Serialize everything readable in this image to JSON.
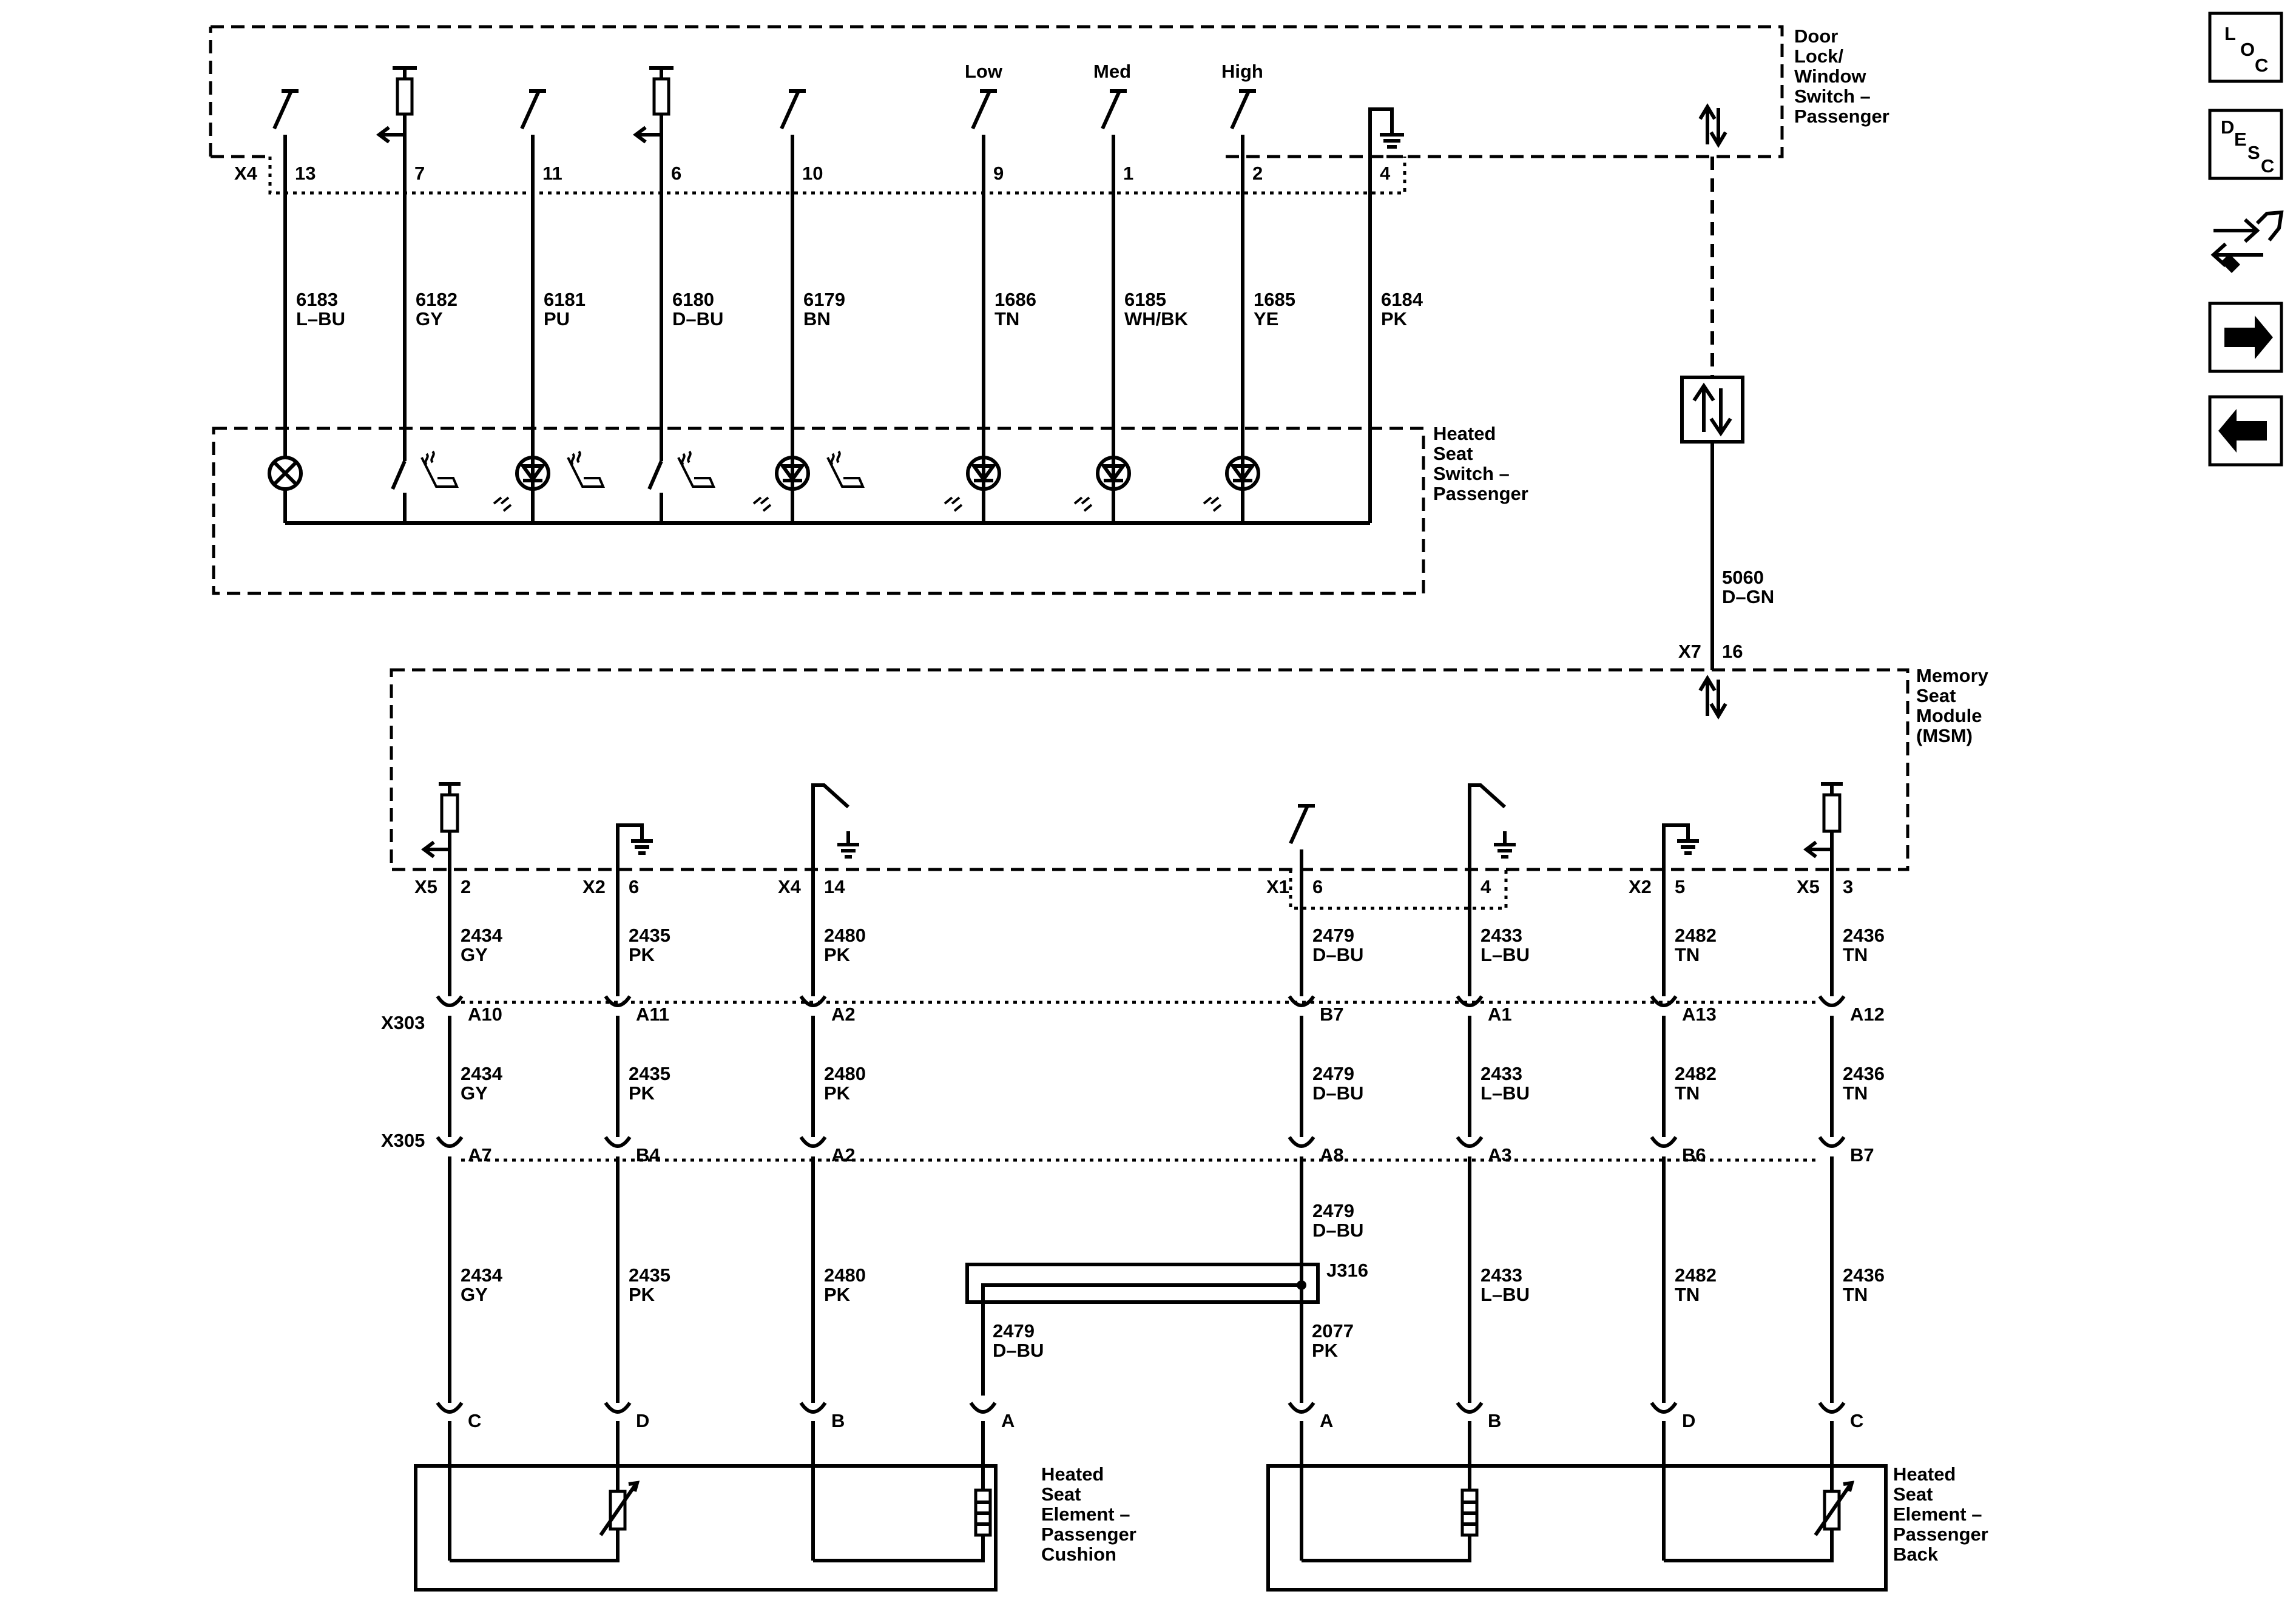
{
  "components": {
    "door_lock_switch": "Door\nLock/\nWindow\nSwitch –\nPassenger",
    "heated_seat_switch": "Heated\nSeat\nSwitch –\nPassenger",
    "msm": "Memory\nSeat\nModule\n(MSM)",
    "cushion_element": "Heated\nSeat\nElement –\nPassenger\nCushion",
    "back_element": "Heated\nSeat\nElement –\nPassenger\nBack"
  },
  "switch_levels": {
    "low": "Low",
    "med": "Med",
    "high": "High"
  },
  "upper_connector": "X4",
  "upper_wires": [
    {
      "pin": "13",
      "circuit": "6183",
      "color": "L–BU"
    },
    {
      "pin": "7",
      "circuit": "6182",
      "color": "GY"
    },
    {
      "pin": "11",
      "circuit": "6181",
      "color": "PU"
    },
    {
      "pin": "6",
      "circuit": "6180",
      "color": "D–BU"
    },
    {
      "pin": "10",
      "circuit": "6179",
      "color": "BN"
    },
    {
      "pin": "9",
      "circuit": "1686",
      "color": "TN"
    },
    {
      "pin": "1",
      "circuit": "6185",
      "color": "WH/BK"
    },
    {
      "pin": "2",
      "circuit": "1685",
      "color": "YE"
    },
    {
      "pin": "4",
      "circuit": "6184",
      "color": "PK"
    }
  ],
  "serial_link": {
    "circuit": "5060",
    "color": "D–GN",
    "connector": "X7",
    "pin": "16"
  },
  "msm_pins": [
    {
      "conn": "X5",
      "pin": "2"
    },
    {
      "conn": "X2",
      "pin": "6"
    },
    {
      "conn": "X4",
      "pin": "14"
    },
    {
      "conn": "X1",
      "pin": "6"
    },
    {
      "conn": "",
      "pin": "4"
    },
    {
      "conn": "X2",
      "pin": "5"
    },
    {
      "conn": "X5",
      "pin": "3"
    }
  ],
  "lower_wires": [
    {
      "circuit": "2434",
      "color": "GY",
      "x303": "A10",
      "x305": "A7",
      "element_pin": "C"
    },
    {
      "circuit": "2435",
      "color": "PK",
      "x303": "A11",
      "x305": "B4",
      "element_pin": "D"
    },
    {
      "circuit": "2480",
      "color": "PK",
      "x303": "A2",
      "x305": "A2",
      "element_pin": "B"
    },
    {
      "circuit": "2479",
      "color": "D–BU",
      "x303": "B7",
      "x305": "A8",
      "element_pin": "A"
    },
    {
      "circuit": "2433",
      "color": "L–BU",
      "x303": "A1",
      "x305": "A3",
      "element_pin": "B"
    },
    {
      "circuit": "2482",
      "color": "TN",
      "x303": "A13",
      "x305": "B6",
      "element_pin": "D"
    },
    {
      "circuit": "2436",
      "color": "TN",
      "x303": "A12",
      "x305": "B7",
      "element_pin": "C"
    }
  ],
  "inline_connectors": {
    "x303": "X303",
    "x305": "X305"
  },
  "splice": {
    "name": "J316",
    "branch": {
      "circuit": "2479",
      "color": "D–BU",
      "element_pin": "A"
    },
    "out": {
      "circuit": "2077",
      "color": "PK"
    }
  },
  "nav": {
    "loc": {
      "letters": [
        "L",
        "O",
        "C"
      ]
    },
    "desc": {
      "letters": [
        "D",
        "E",
        "S",
        "C"
      ]
    },
    "buttons": [
      "loc-button",
      "desc-button",
      "connector-end-view-button",
      "next-page-button",
      "previous-page-button"
    ]
  }
}
